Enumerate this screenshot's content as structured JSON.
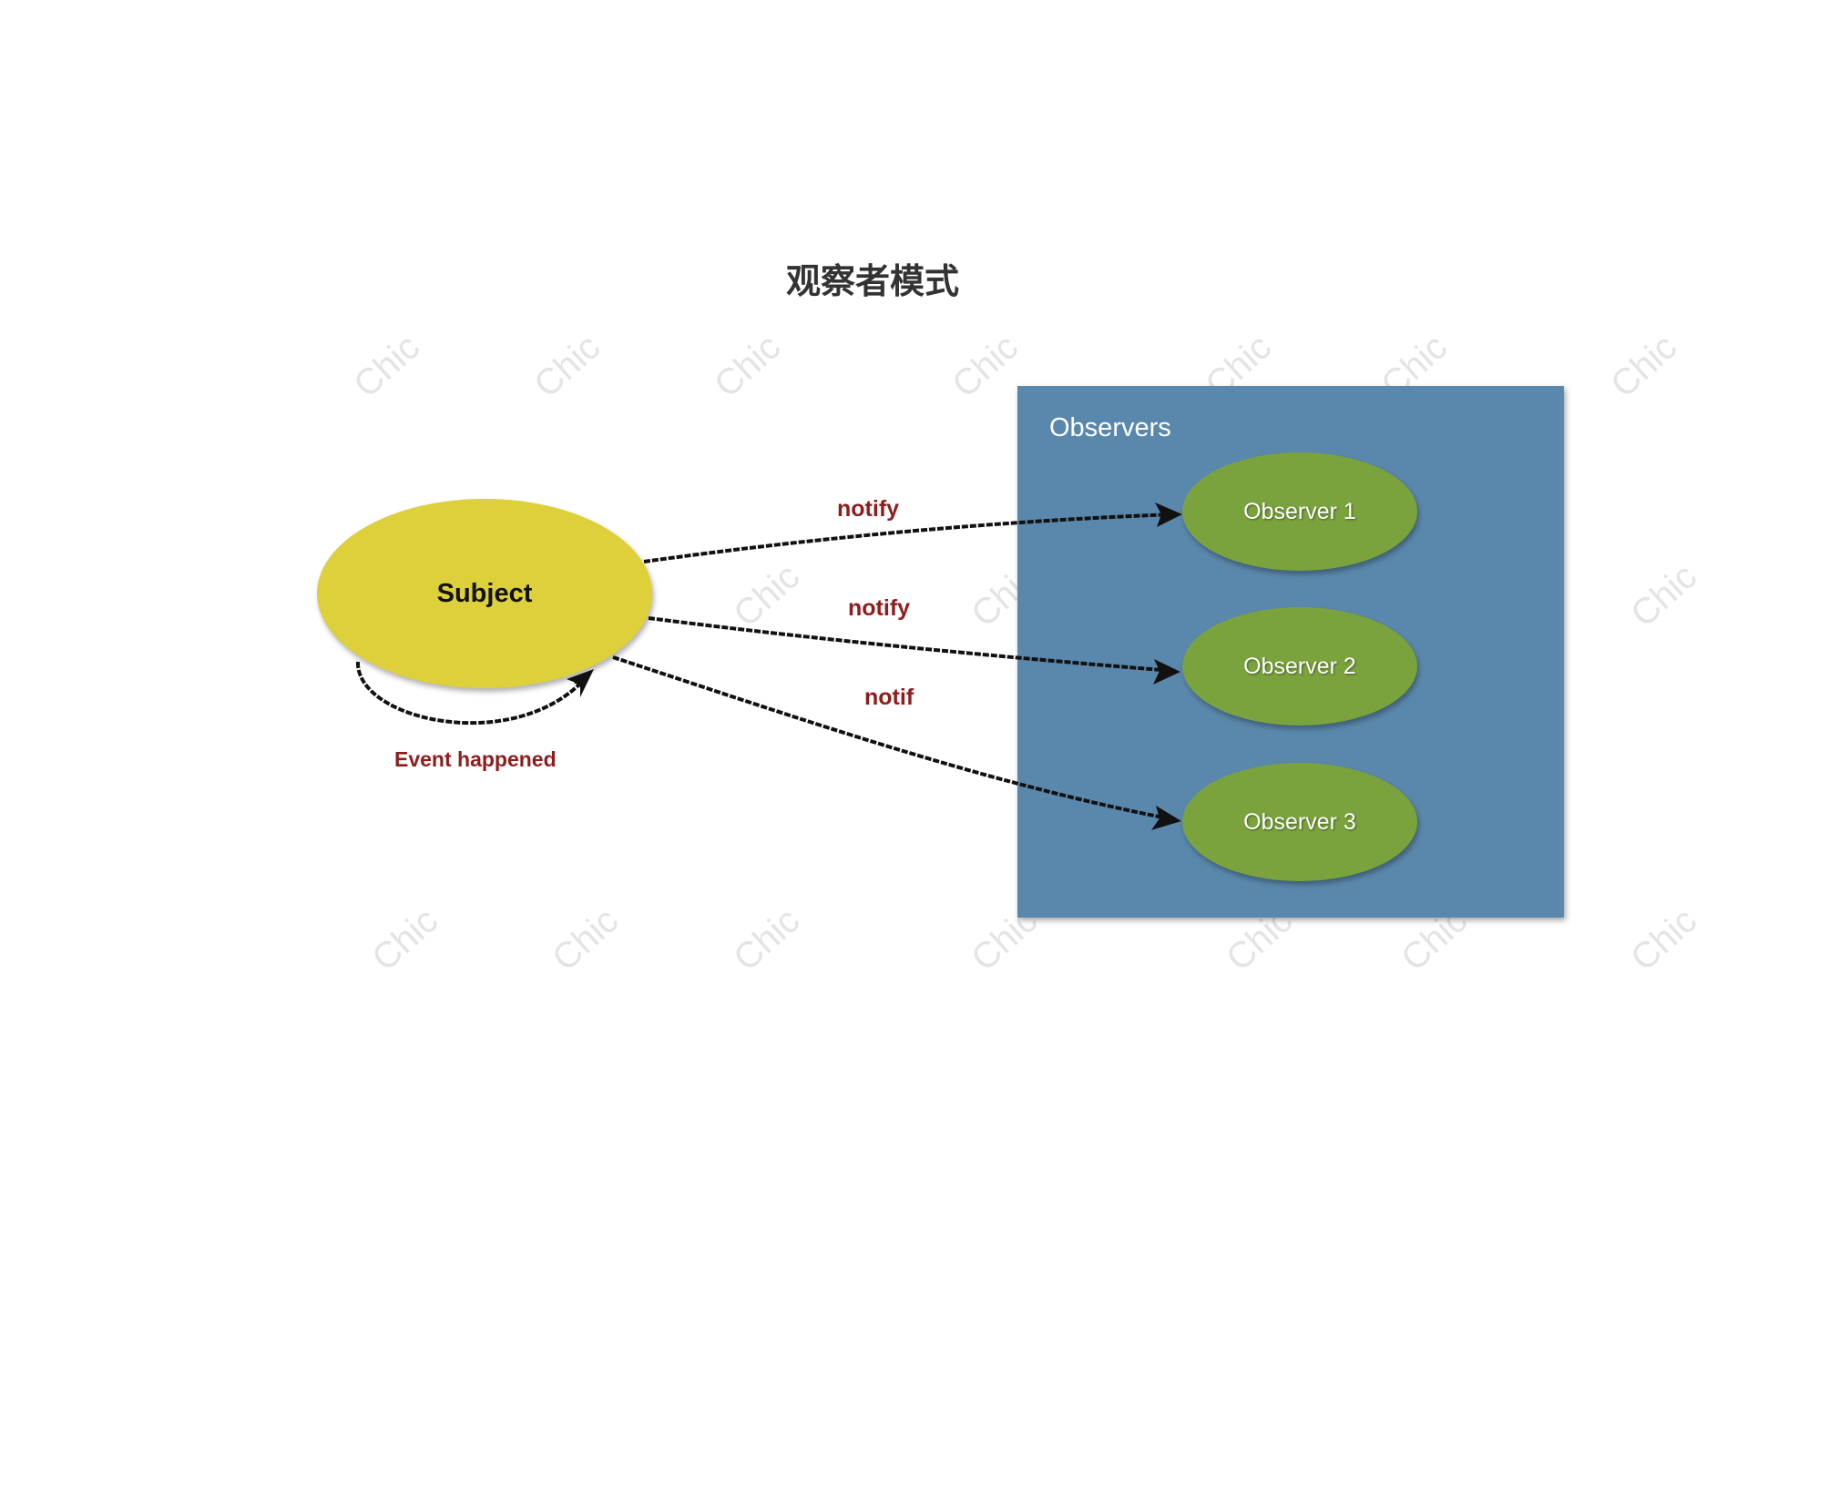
{
  "title": "观察者模式",
  "watermark_text": "Chic",
  "subject": {
    "label": "Subject",
    "color": "#ddd03a"
  },
  "observers_group": {
    "label": "Observers",
    "color": "#5a88ac",
    "items": [
      {
        "label": "Observer 1"
      },
      {
        "label": "Observer 2"
      },
      {
        "label": "Observer 3"
      }
    ],
    "item_color": "#7aa33d"
  },
  "edges": [
    {
      "label": "notify"
    },
    {
      "label": "notify"
    },
    {
      "label": "notif"
    }
  ],
  "self_loop": {
    "label": "Event happened"
  },
  "colors": {
    "edge_label": "#8e1d1d",
    "arrow": "#111111"
  }
}
